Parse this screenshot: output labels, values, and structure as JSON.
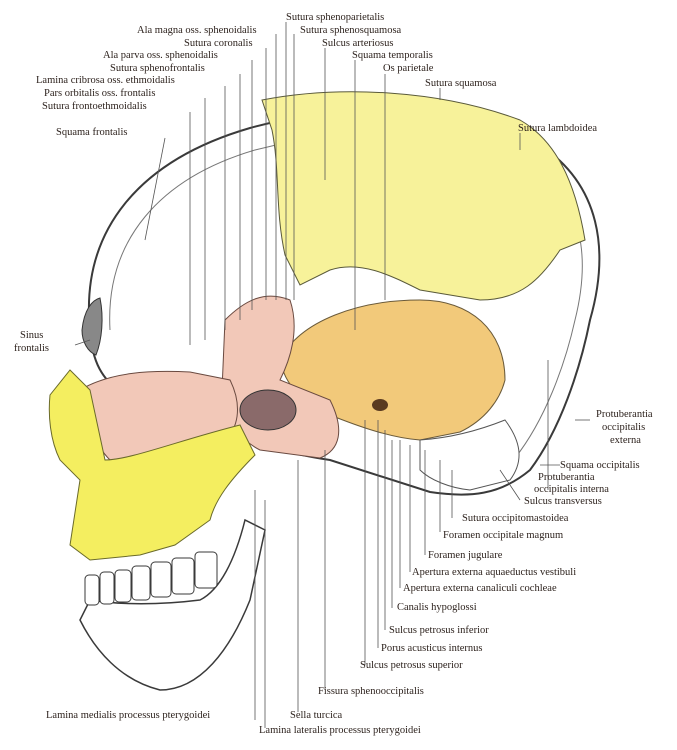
{
  "labels": {
    "sutura_sphenoparietalis": "Sutura sphenoparietalis",
    "ala_magna": "Ala magna oss. sphenoidalis",
    "sutura_sphenosquamosa": "Sutura sphenosquamosa",
    "sutura_coronalis": "Sutura coronalis",
    "sulcus_arteriosus": "Sulcus arteriosus",
    "ala_parva": "Ala parva oss. sphenoidalis",
    "squama_temporalis": "Squama temporalis",
    "sutura_sphenofrontalis": "Sutura sphenofrontalis",
    "os_parietale": "Os parietale",
    "lamina_cribrosa": "Lamina cribrosa oss. ethmoidalis",
    "sutura_squamosa": "Sutura squamosa",
    "pars_orbitalis": "Pars orbitalis oss. frontalis",
    "sutura_frontoethmoidalis": "Sutura frontoethmoidalis",
    "squama_frontalis": "Squama frontalis",
    "sutura_lambdoidea": "Sutura lambdoidea",
    "sinus_frontalis_1": "Sinus",
    "sinus_frontalis_2": "frontalis",
    "protuberantia_ext_1": "Protuberantia",
    "protuberantia_ext_2": "occipitalis",
    "protuberantia_ext_3": "externa",
    "squama_occipitalis": "Squama occipitalis",
    "protuberantia_int_1": "Protuberantia",
    "protuberantia_int_2": "occipitalis interna",
    "sulcus_transversus": "Sulcus transversus",
    "sutura_occipitomastoidea": "Sutura occipitomastoidea",
    "foramen_occipitale": "Foramen occipitale magnum",
    "foramen_jugulare": "Foramen jugulare",
    "apertura_aquaeductus": "Apertura externa aquaeductus vestibuli",
    "apertura_canaliculi": "Apertura externa canaliculi cochleae",
    "canalis_hypoglossi": "Canalis hypoglossi",
    "sulcus_petrosus_inf": "Sulcus petrosus inferior",
    "porus_acusticus": "Porus acusticus internus",
    "sulcus_petrosus_sup": "Sulcus petrosus superior",
    "fissura_spheno": "Fissura sphenooccipitalis",
    "lamina_medialis": "Lamina medialis processus pterygoidei",
    "sella_turcica": "Sella turcica",
    "lamina_lateralis": "Lamina lateralis processus pterygoidei"
  },
  "colors": {
    "parietal": "#f7f29a",
    "temporal": "#f2c97a",
    "sphenoid": "#f2c8b8",
    "facial": "#f4ee60",
    "outline": "#3a3a3a",
    "leader": "#555555"
  }
}
